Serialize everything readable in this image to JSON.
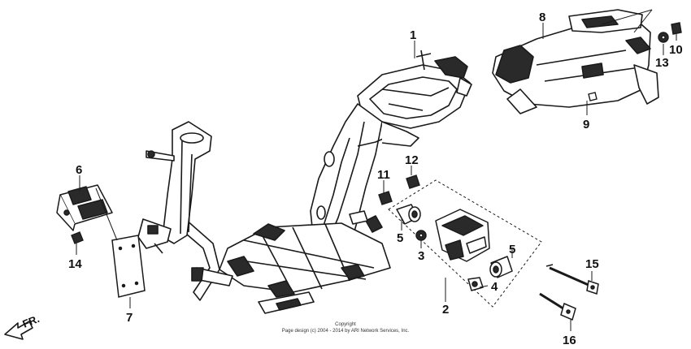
{
  "colors": {
    "line": "#1a1a1a",
    "dark_fill": "#2a2a2a",
    "light_fill": "#ffffff",
    "background": "#ffffff"
  },
  "direction_label": "FR.",
  "copyright": {
    "line1": "Copyright",
    "line2": "Page design (c) 2004 - 2014 by ARI Network Services, Inc."
  },
  "callouts": [
    {
      "id": "1",
      "text": "1"
    },
    {
      "id": "2",
      "text": "2"
    },
    {
      "id": "3",
      "text": "3"
    },
    {
      "id": "4",
      "text": "4"
    },
    {
      "id": "5a",
      "text": "5"
    },
    {
      "id": "5b",
      "text": "5"
    },
    {
      "id": "6",
      "text": "6"
    },
    {
      "id": "7",
      "text": "7"
    },
    {
      "id": "8",
      "text": "8"
    },
    {
      "id": "9",
      "text": "9"
    },
    {
      "id": "10",
      "text": "10"
    },
    {
      "id": "11",
      "text": "11"
    },
    {
      "id": "12",
      "text": "12"
    },
    {
      "id": "13",
      "text": "13"
    },
    {
      "id": "14",
      "text": "14"
    },
    {
      "id": "15",
      "text": "15"
    },
    {
      "id": "16",
      "text": "16"
    }
  ],
  "icons": {
    "direction_arrow": "arrow-front-icon"
  }
}
